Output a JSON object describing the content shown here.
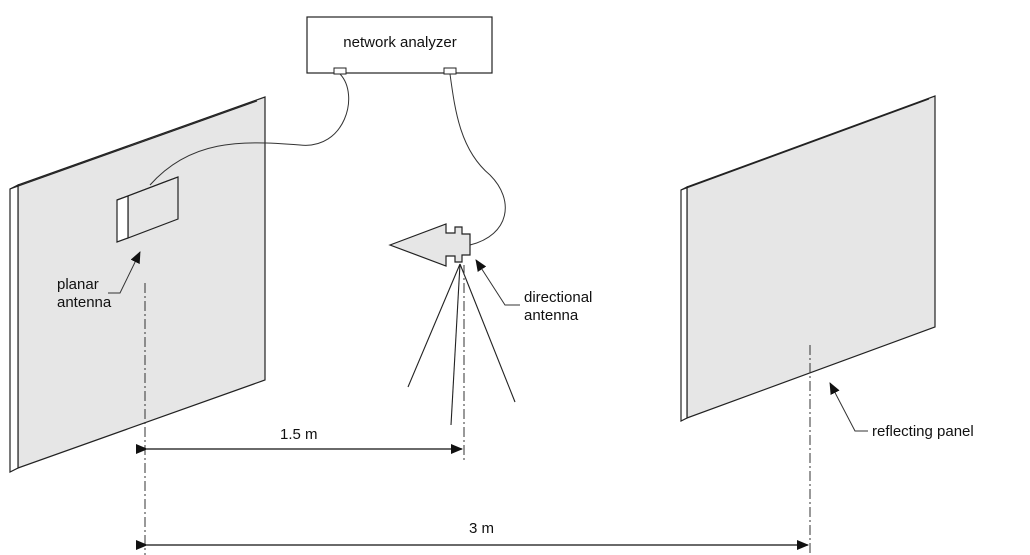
{
  "labels": {
    "network_analyzer": "network analyzer",
    "planar_antenna": [
      "planar",
      "antenna"
    ],
    "directional_antenna": [
      "directional",
      "antenna"
    ],
    "reflecting_panel": "reflecting panel",
    "distance_short": "1.5 m",
    "distance_long": "3 m"
  },
  "colors": {
    "panel_fill": "#e6e6e6",
    "line": "#222222"
  }
}
